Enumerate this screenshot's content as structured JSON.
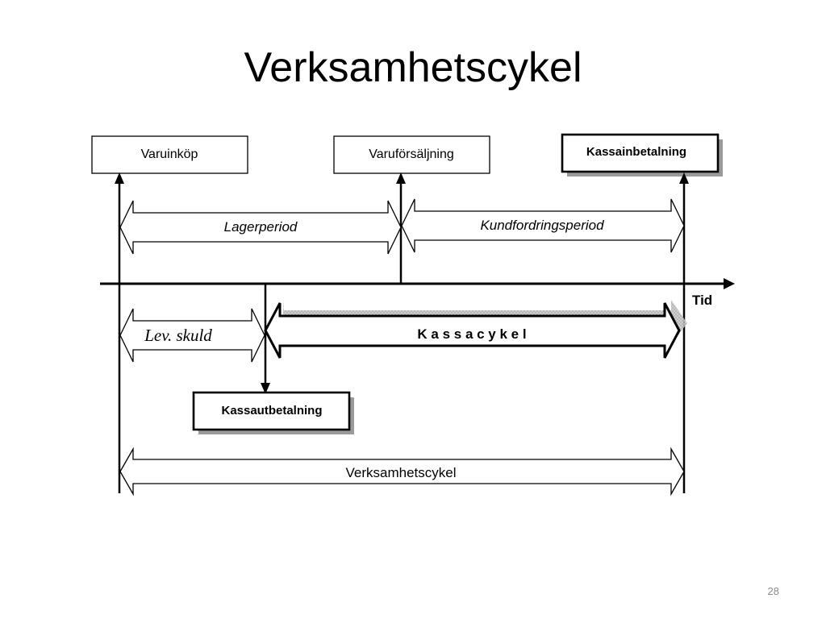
{
  "slide": {
    "title": "Verksamhetscykel",
    "page_number": "28"
  },
  "diagram": {
    "events": {
      "purchase": "Varuinköp",
      "sale": "Varuförsäljning",
      "cash_in": "Kassainbetalning",
      "cash_out": "Kassautbetalning"
    },
    "periods": {
      "inventory": "Lagerperiod",
      "receivables": "Kundfordringsperiod",
      "payables": "Lev. skuld",
      "cash_cycle": "K a s s a c y k e l",
      "operating_cycle": "Verksamhetscykel"
    },
    "axis_label": "Tid"
  }
}
